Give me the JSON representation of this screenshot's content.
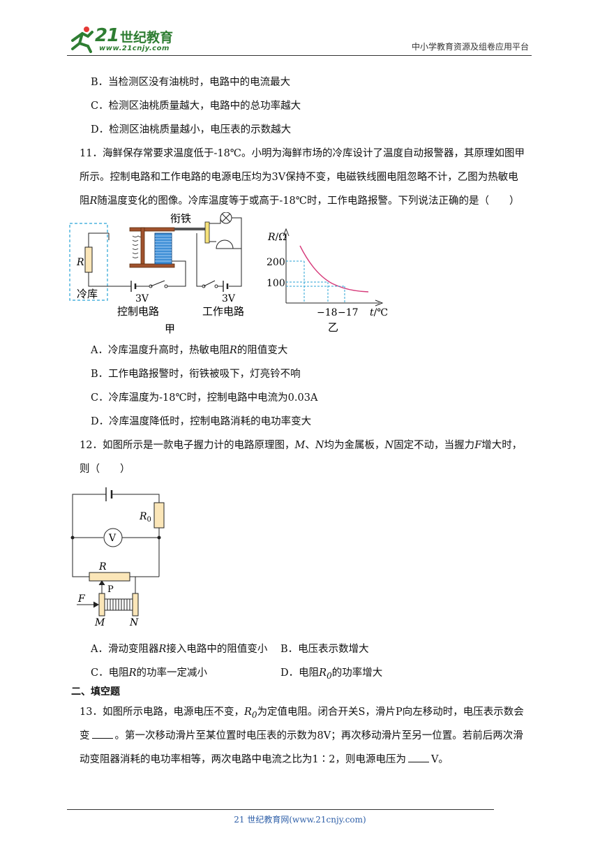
{
  "header": {
    "logo_text_num": "21",
    "logo_text_cn": "世纪教育",
    "logo_url": "www.21cnjy.com",
    "right_text": "中小学教育资源及组卷应用平台"
  },
  "q10_options": {
    "b": "B．当检测区没有油桃时，电路中的电流最大",
    "c": "C．检测区油桃质量越大，电路中的总功率越大",
    "d": "D．检测区油桃质量越小，电压表的示数越大"
  },
  "q11": {
    "line1": "11．海鲜保存常要求温度低于-18℃。小明为海鲜市场的冷库设计了温度自动报警器，其原理如图甲",
    "line2": "所示。控制电路和工作电路的电源电压均为3V保持不变，电磁铁线圈电阻忽略不计，乙图为热敏电",
    "line3_a": "阻",
    "line3_r": "R",
    "line3_b": "随温度变化的图像。冷库温度等于或高于-18℃时，工作电路报警。下列说法正确的是（　　）",
    "fig_jia": {
      "armature": "衔铁",
      "resistor": "R",
      "cold_storage": "冷库",
      "volt_left": "3V",
      "volt_right": "3V",
      "control_circuit": "控制电路",
      "work_circuit": "工作电路",
      "caption": "甲"
    },
    "fig_yi": {
      "ylabel": "R/Ω",
      "y200": "200",
      "y100": "100",
      "x18": "−18",
      "x17": "−17",
      "xlabel": "t/℃",
      "caption": "乙"
    },
    "options": {
      "a_pre": "A．冷库温度升高时，热敏电阻",
      "a_r": "R",
      "a_post": "的阻值变大",
      "b": "B．工作电路报警时，衔铁被吸下，灯亮铃不响",
      "c": "C．冷库温度为-18℃时，控制电路中电流为0.03A",
      "d": "D．冷库温度降低时，控制电路消耗的电功率变大"
    }
  },
  "q12": {
    "l1_a": "12．如图所示是一款电子握力计的电路原理图，",
    "l1_m": "M",
    "l1_sep": "、",
    "l1_n": "N",
    "l1_b": "均为金属板，",
    "l1_n2": "N",
    "l1_c": "固定不动，当握力",
    "l1_f": "F",
    "l1_d": "增大时，",
    "line2": "则（　　）",
    "fig": {
      "r0": "R",
      "r0_sub": "0",
      "volt": "V",
      "r": "R",
      "p": "P",
      "f": "F",
      "m": "M",
      "n": "N"
    },
    "options": {
      "a_pre": "A．滑动变阻器",
      "a_r": "R",
      "a_post": "接入电路中的阻值变小",
      "b": "B．电压表示数增大",
      "c_pre": "C．电阻",
      "c_r": "R",
      "c_post": "的功率一定减小",
      "d_pre": "D．电阻",
      "d_r": "R",
      "d_sub": "0",
      "d_post": "的功率增大"
    }
  },
  "section2": "二、填空题",
  "q13": {
    "l1_a": "13．如图所示电路，电源电压不变，",
    "l1_r": "R",
    "l1_sub": "0",
    "l1_b": "为定值电阻。闭合开关S，滑片P向左移动时，电压表示数会",
    "l2_a": "变",
    "l2_b": "。第一次移动滑片至某位置时电压表的示数为8V；再次移动滑片至另一位置。若前后两次滑",
    "l3_a": "动变阻器消耗的电功率相等，两次电路中电流之比为1∶2，则电源电压为",
    "l3_b": "V。"
  },
  "footer": "21 世纪教育网(www.21cnjy.com)"
}
